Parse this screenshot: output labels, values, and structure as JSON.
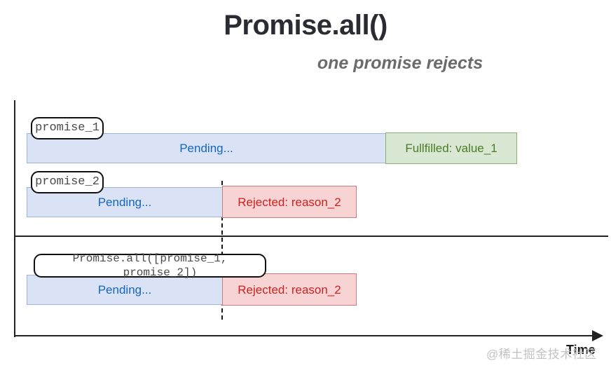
{
  "header": {
    "title": "Promise.all()",
    "subtitle": "one promise rejects"
  },
  "axis": {
    "time_label": "Time"
  },
  "rows": [
    {
      "label": "promise_1",
      "segments": [
        {
          "state": "pending",
          "text": "Pending..."
        },
        {
          "state": "fulfilled",
          "text": "Fullfilled: value_1"
        }
      ]
    },
    {
      "label": "promise_2",
      "segments": [
        {
          "state": "pending",
          "text": "Pending..."
        },
        {
          "state": "rejected",
          "text": "Rejected: reason_2"
        }
      ]
    },
    {
      "label": "Promise.all([promise_1,\n   promise_2])",
      "segments": [
        {
          "state": "pending",
          "text": "Pending..."
        },
        {
          "state": "rejected",
          "text": "Rejected: reason_2"
        }
      ]
    }
  ],
  "watermark": "@稀土掘金技术社区",
  "colors": {
    "pending_bg": "#dae3f6",
    "pending_text": "#1565c0",
    "fulfilled_bg": "#d9e8d2",
    "fulfilled_text": "#4a7c26",
    "rejected_bg": "#f7d3d3",
    "rejected_text": "#cc2222",
    "axis": "#222222",
    "title": "#2b2b33",
    "subtitle": "#6b6b6b"
  }
}
